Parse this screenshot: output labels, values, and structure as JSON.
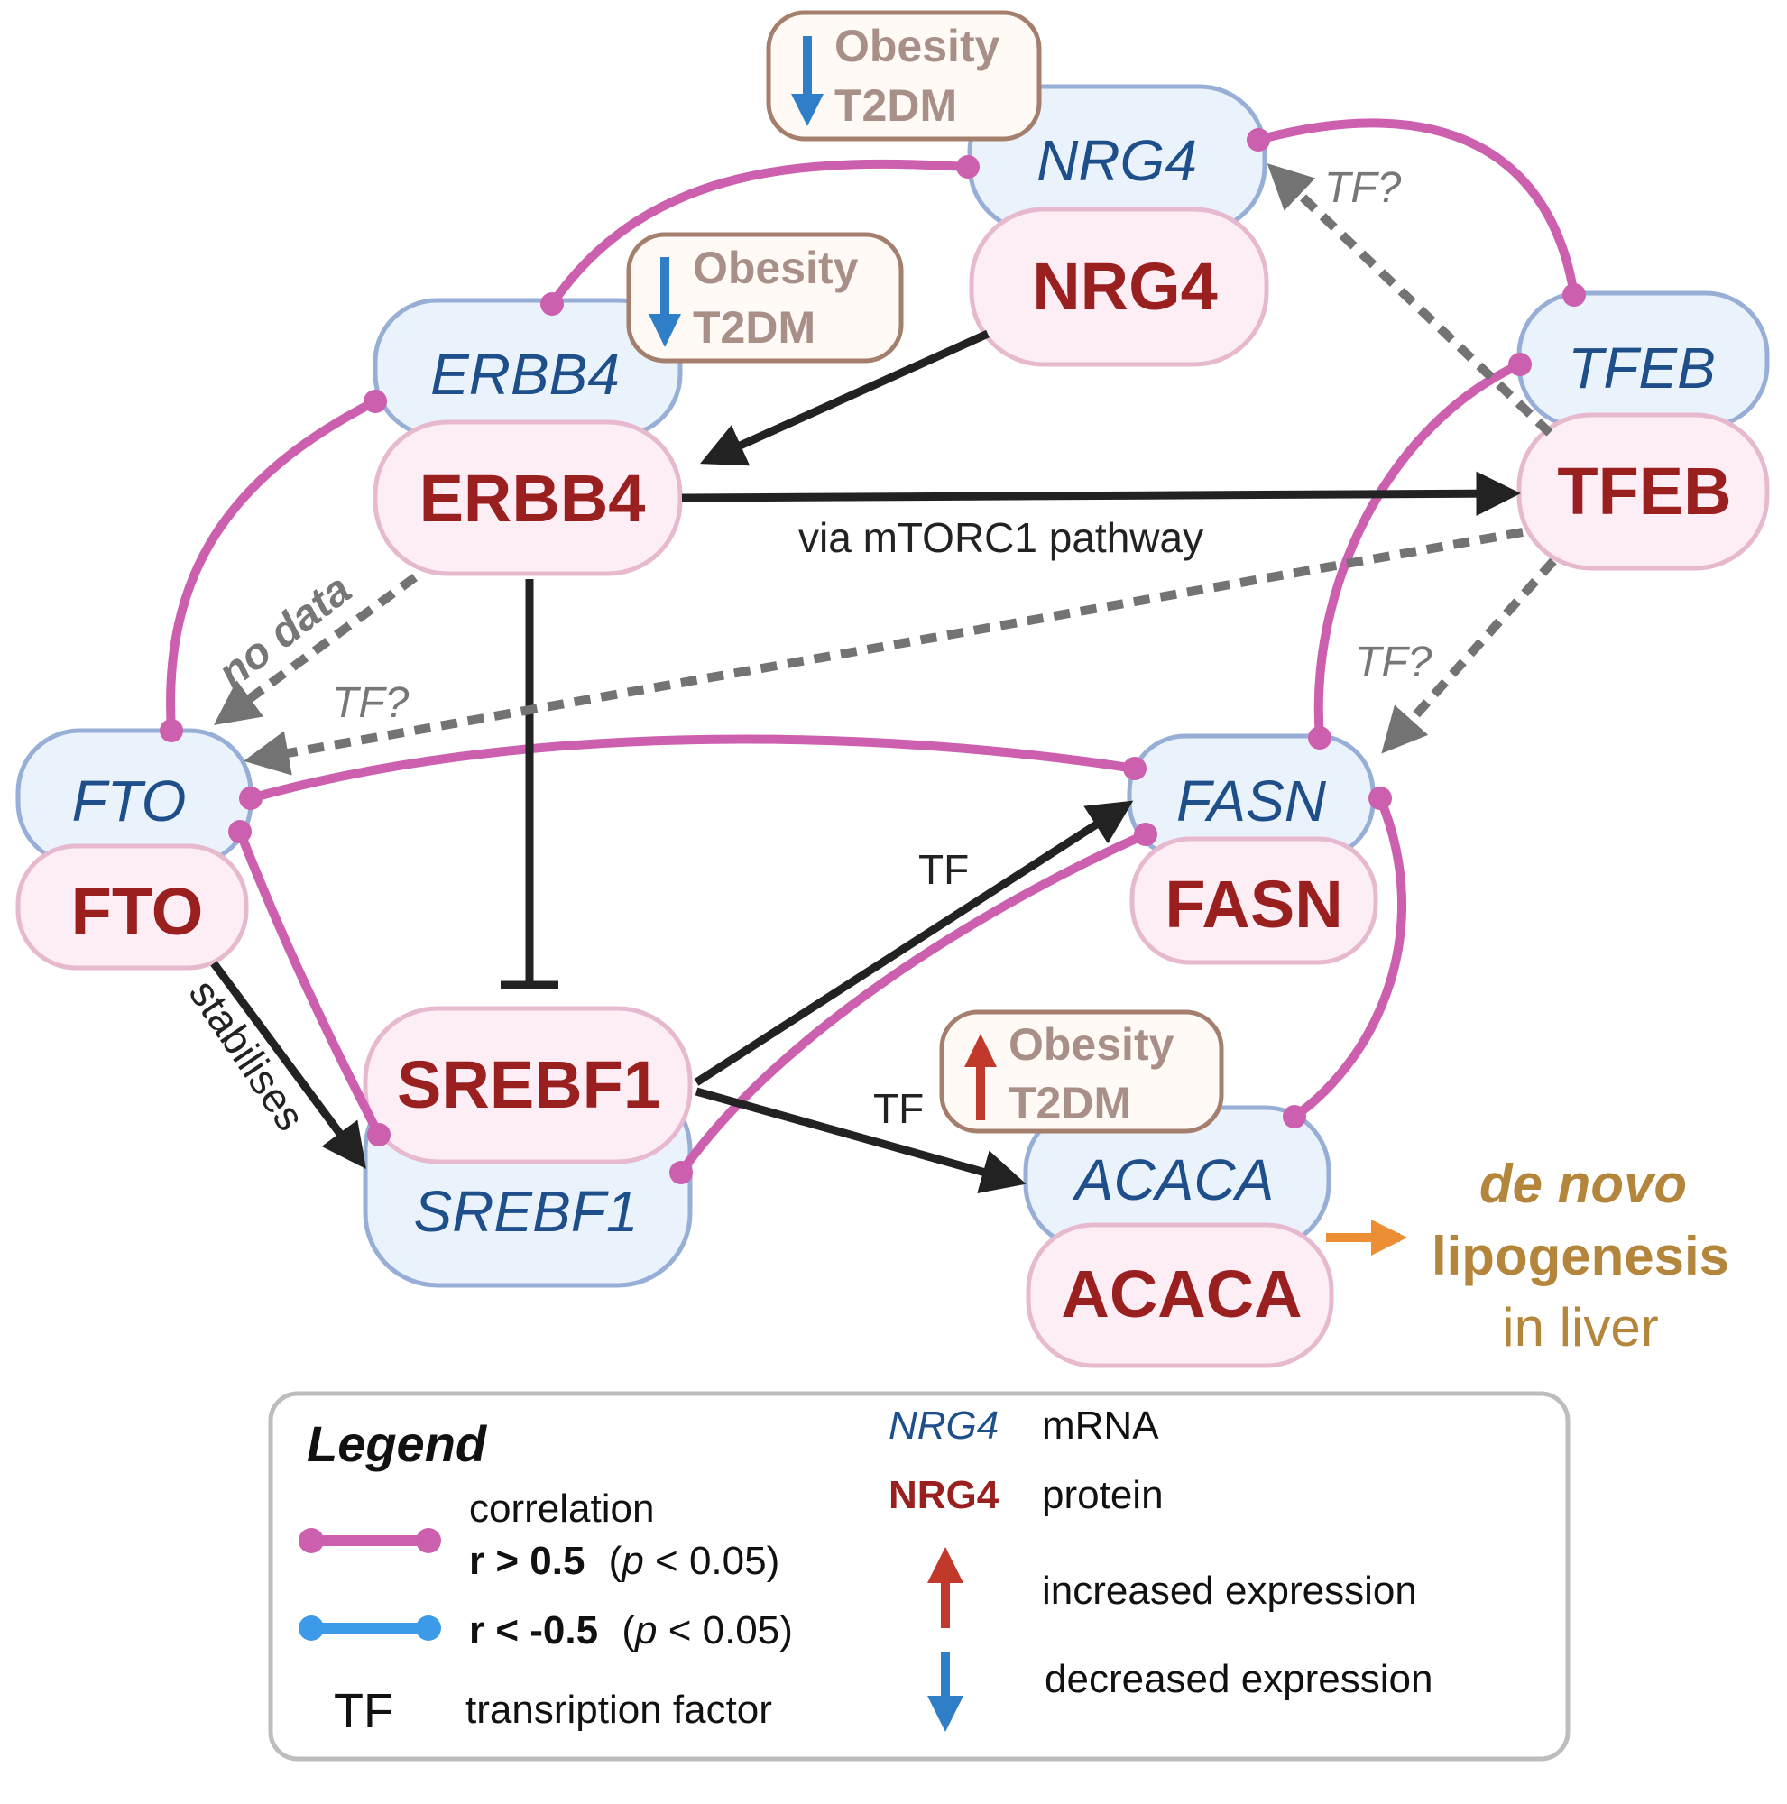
{
  "nodes": {
    "nrg4": {
      "mrna": "NRG4",
      "protein": "NRG4"
    },
    "erbb4": {
      "mrna": "ERBB4",
      "protein": "ERBB4"
    },
    "tfeb": {
      "mrna": "TFEB",
      "protein": "TFEB"
    },
    "fto": {
      "mrna": "FTO",
      "protein": "FTO"
    },
    "fasn": {
      "mrna": "FASN",
      "protein": "FASN"
    },
    "srebf1": {
      "mrna": "SREBF1",
      "protein": "SREBF1"
    },
    "acaca": {
      "mrna": "ACACA",
      "protein": "ACACA"
    }
  },
  "status_badges": {
    "nrg4": {
      "line1": "Obesity",
      "line2": "T2DM",
      "direction": "decreased"
    },
    "erbb4": {
      "line1": "Obesity",
      "line2": "T2DM",
      "direction": "decreased"
    },
    "acaca": {
      "line1": "Obesity",
      "line2": "T2DM",
      "direction": "increased"
    }
  },
  "edge_labels": {
    "mtorc1": "via mTORC1 pathway",
    "no_data": "no data",
    "tf_q_nrg4": "TF?",
    "tf_q_fto": "TF?",
    "tf_q_fasn": "TF?",
    "tf_fasn": "TF",
    "tf_acaca": "TF",
    "stabilises": "stabilises"
  },
  "outcome": {
    "line1": "de novo",
    "line2": "lipogenesis",
    "line3": "in liver"
  },
  "legend": {
    "title": "Legend",
    "correlation": "correlation",
    "pos_r": "r > 0.5",
    "neg_r": "r < -0.5",
    "p_open": "(",
    "p_var": "p",
    "p_close": " < 0.05)",
    "tf_abbr": "TF",
    "tf_desc": "transription factor",
    "mrna_example": "NRG4",
    "mrna_label": "mRNA",
    "protein_example": "NRG4",
    "protein_label": "protein",
    "increased": "increased expression",
    "decreased": "decreased expression"
  },
  "colors": {
    "mrna_text": "#1e4f8a",
    "protein_text": "#9a2020",
    "positive_correlation": "#cc5fae",
    "negative_correlation": "#3d9ae8",
    "increased_arrow": "#c0392b",
    "decreased_arrow": "#2e7fc8",
    "lipogenesis": "#b3863b",
    "outcome_arrow": "#ec8e33"
  }
}
